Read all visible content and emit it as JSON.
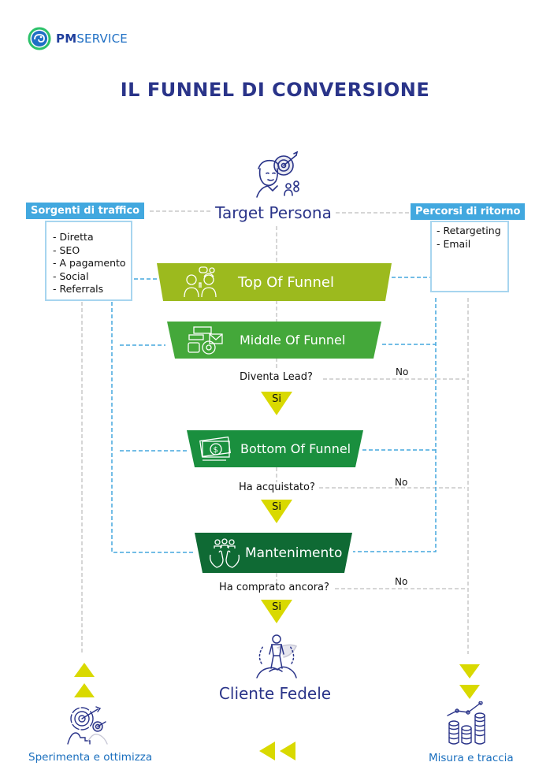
{
  "brand": {
    "logo_bold": "PM",
    "logo_rest": "SERVICE",
    "logo_icon": "chameleon-logo-icon"
  },
  "title": "IL FUNNEL DI CONVERSIONE",
  "colors": {
    "title": "#2a3489",
    "box_header": "#42a8df",
    "top_funnel": "#9cba1e",
    "middle_funnel": "#44a83a",
    "bottom_funnel": "#1a8f3e",
    "retention": "#0f6a34",
    "yes_arrow": "#d9d900",
    "dash_blue": "#45a7de",
    "dash_grey": "#c8c8c8"
  },
  "target_persona": {
    "label": "Target Persona",
    "icon": "persona-target-icon"
  },
  "traffic_sources": {
    "title": "Sorgenti di traffico",
    "items": [
      "- Diretta",
      "- SEO",
      "- A pagamento",
      "- Social",
      "- Referrals"
    ]
  },
  "return_paths": {
    "title": "Percorsi di ritorno",
    "items": [
      "- Retargeting",
      "- Email"
    ]
  },
  "stages": [
    {
      "label": "Top Of Funnel",
      "icon": "people-chat-icon"
    },
    {
      "label": "Middle Of Funnel",
      "icon": "marketing-tools-icon"
    },
    {
      "label": "Bottom Of Funnel",
      "icon": "money-bills-icon"
    },
    {
      "label": "Mantenimento",
      "icon": "hands-care-icon"
    }
  ],
  "decisions": [
    {
      "question": "Diventa Lead?",
      "yes": "Si",
      "no": "No"
    },
    {
      "question": "Ha acquistato?",
      "yes": "Si",
      "no": "No"
    },
    {
      "question": "Ha comprato ancora?",
      "yes": "Si",
      "no": "No"
    }
  ],
  "loyal_customer": {
    "label": "Cliente Fedele",
    "icon": "superhero-icon"
  },
  "experiment": {
    "label": "Sperimenta e ottimizza",
    "icon": "targets-icon"
  },
  "measure": {
    "label": "Misura e traccia",
    "icon": "coins-chart-icon"
  }
}
